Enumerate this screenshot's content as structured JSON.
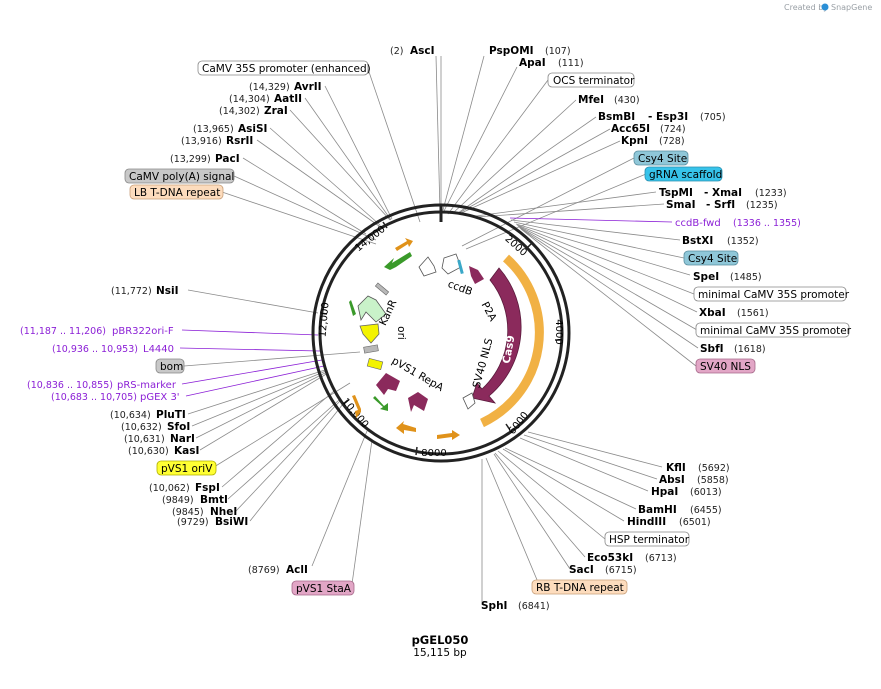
{
  "credit": {
    "text": "Created by",
    "brand": "SnapGene"
  },
  "plasmid": {
    "name": "pGEL050",
    "length": "15,115 bp"
  },
  "ticks": [
    "2000",
    "4000",
    "6000",
    "8000",
    "10,000",
    "12,000",
    "14,000"
  ],
  "arc_labels": {
    "ccdb": "ccdB",
    "p2a": "P2A",
    "sv40nls": "SV40 NLS",
    "cas9": "Cas9",
    "kanr": "KanR",
    "ori": "ori",
    "pvs1repa": "pVS1 RepA"
  },
  "right_labels": [
    {
      "name": "PspOMI",
      "pos": "(107)"
    },
    {
      "name": "ApaI",
      "pos": "(111)"
    },
    {
      "feature": "OCS terminator",
      "color": "#ffffff"
    },
    {
      "name": "MfeI",
      "pos": "(430)"
    },
    {
      "name": "BsmBI",
      "sep": "-",
      "name2": "Esp3I",
      "pos": "(705)"
    },
    {
      "name": "Acc65I",
      "pos": "(724)"
    },
    {
      "name": "KpnI",
      "pos": "(728)"
    },
    {
      "feature": "Csy4 Site",
      "color": "#8fc7d8"
    },
    {
      "feature": "gRNA scaffold",
      "color": "#37c3ea"
    },
    {
      "name": "TspMI",
      "sep": "-",
      "name2": "XmaI",
      "pos": "(1233)"
    },
    {
      "name": "SmaI",
      "sep": "-",
      "name2": "SrfI",
      "pos": "(1235)"
    },
    {
      "primer": "ccdB-fwd",
      "pos": "(1336 .. 1355)"
    },
    {
      "name": "BstXI",
      "pos": "(1352)"
    },
    {
      "feature": "Csy4 Site",
      "color": "#8fc7d8"
    },
    {
      "name": "SpeI",
      "pos": "(1485)"
    },
    {
      "feature": "minimal CaMV 35S promoter",
      "color": "#ffffff"
    },
    {
      "name": "XbaI",
      "pos": "(1561)"
    },
    {
      "feature": "minimal CaMV 35S promoter",
      "color": "#ffffff"
    },
    {
      "name": "SbfI",
      "pos": "(1618)"
    },
    {
      "feature": "SV40 NLS",
      "color": "#e2a6c6"
    },
    {
      "name": "KflI",
      "pos": "(5692)"
    },
    {
      "name": "AbsI",
      "pos": "(5858)"
    },
    {
      "name": "HpaI",
      "pos": "(6013)"
    },
    {
      "name": "BamHI",
      "pos": "(6455)"
    },
    {
      "name": "HindIII",
      "pos": "(6501)"
    },
    {
      "feature": "HSP terminator",
      "color": "#ffffff"
    },
    {
      "name": "Eco53kI",
      "pos": "(6713)"
    },
    {
      "name": "SacI",
      "pos": "(6715)"
    },
    {
      "feature": "RB T-DNA repeat",
      "color": "#fddcbd"
    },
    {
      "name": "SphI",
      "pos": "(6841)"
    }
  ],
  "left_labels": [
    {
      "name": "AscI",
      "pos": "(2)"
    },
    {
      "feature": "CaMV 35S promoter (enhanced)",
      "color": "#ffffff"
    },
    {
      "name": "AvrII",
      "pos": "(14,329)"
    },
    {
      "name": "AatII",
      "pos": "(14,304)"
    },
    {
      "name": "ZraI",
      "pos": "(14,302)"
    },
    {
      "name": "AsiSI",
      "pos": "(13,965)"
    },
    {
      "name": "RsrII",
      "pos": "(13,916)"
    },
    {
      "name": "PacI",
      "pos": "(13,299)"
    },
    {
      "feature": "CaMV poly(A) signal",
      "color": "#c8c8c8"
    },
    {
      "feature": "LB T-DNA repeat",
      "color": "#fddcbd"
    },
    {
      "name": "NsiI",
      "pos": "(11,772)"
    },
    {
      "primer": "pBR322ori-F",
      "pos": "(11,187 .. 11,206)"
    },
    {
      "primer": "L4440",
      "pos": "(10,936 .. 10,953)"
    },
    {
      "feature": "bom",
      "color": "#c8c8c8"
    },
    {
      "primer": "pRS-marker",
      "pos": "(10,836 .. 10,855)"
    },
    {
      "primer": "pGEX 3'",
      "pos": "(10,683 .. 10,705)"
    },
    {
      "name": "PluTI",
      "pos": "(10,634)"
    },
    {
      "name": "SfoI",
      "pos": "(10,632)"
    },
    {
      "name": "NarI",
      "pos": "(10,631)"
    },
    {
      "name": "KasI",
      "pos": "(10,630)"
    },
    {
      "feature": "pVS1 oriV",
      "color": "#ffff33"
    },
    {
      "name": "FspI",
      "pos": "(10,062)"
    },
    {
      "name": "BmtI",
      "pos": "(9849)"
    },
    {
      "name": "NheI",
      "pos": "(9845)"
    },
    {
      "name": "BsiWI",
      "pos": "(9729)"
    },
    {
      "name": "AclI",
      "pos": "(8769)"
    },
    {
      "feature": "pVS1 StaA",
      "color": "#e2a6c6"
    }
  ]
}
